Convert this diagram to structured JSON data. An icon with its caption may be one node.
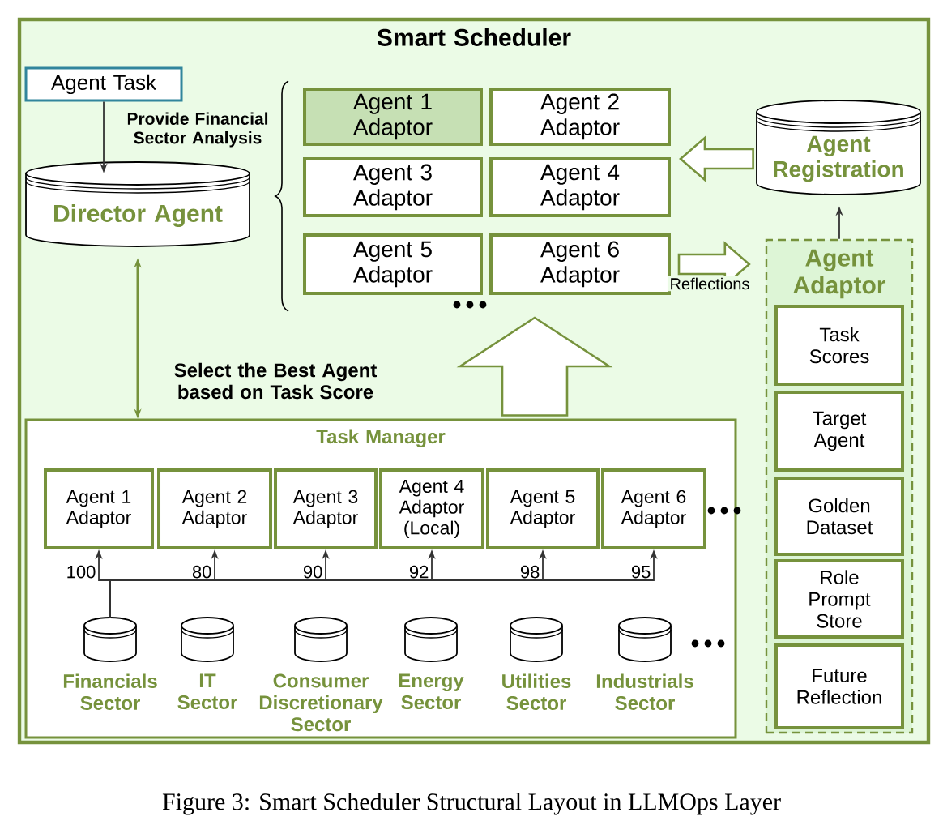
{
  "diagram": {
    "caption": "Figure 3: Smart Scheduler Structural Layout in LLMOps Layer",
    "nodes": [
      {
        "text": [
          "Smart Scheduler"
        ]
      },
      {
        "text": [
          "Agent Task"
        ],
        "in": 0
      },
      {
        "text": [
          "Director Agent"
        ],
        "in": 0
      },
      {
        "text": [
          "Agent 1 Adaptor"
        ],
        "in": 0
      },
      {
        "text": [
          "Agent 2 Adaptor"
        ],
        "in": 0
      },
      {
        "text": [
          "Agent 3 Adaptor"
        ],
        "in": 0
      },
      {
        "text": [
          "Agent 4 Adaptor"
        ],
        "in": 0
      },
      {
        "text": [
          "Agent 5 Adaptor"
        ],
        "in": 0
      },
      {
        "text": [
          "Agent 6 Adaptor"
        ],
        "in": 0
      },
      {
        "text": [
          "Agent Registration"
        ],
        "in": 0
      },
      {
        "text": [
          "Agent Adaptor"
        ],
        "in": 0
      },
      {
        "text": [
          "Task Scores"
        ],
        "in": 10
      },
      {
        "text": [
          "Target Agent"
        ],
        "in": 10
      },
      {
        "text": [
          "Golden Dataset"
        ],
        "in": 10
      },
      {
        "text": [
          "Role Prompt Store"
        ],
        "in": 10
      },
      {
        "text": [
          "Future Reflection"
        ],
        "in": 10
      },
      {
        "text": [
          "Task Manager"
        ],
        "in": 0
      },
      {
        "text": [
          "Agent 1 Adaptor"
        ],
        "in": 16
      },
      {
        "text": [
          "Agent 2 Adaptor"
        ],
        "in": 16
      },
      {
        "text": [
          "Agent 3 Adaptor"
        ],
        "in": 16
      },
      {
        "text": [
          "Agent 4 Adaptor (Local)"
        ],
        "in": 16
      },
      {
        "text": [
          "Agent 5 Adaptor"
        ],
        "in": 16
      },
      {
        "text": [
          "Agent 6 Adaptor"
        ],
        "in": 16
      },
      {
        "text": [
          "Financials Sector"
        ],
        "in": 16
      },
      {
        "text": [
          "IT Sector"
        ],
        "in": 16
      },
      {
        "text": [
          "Consumer Discretionary Sector"
        ],
        "in": 16
      },
      {
        "text": [
          "Energy Sector"
        ],
        "in": 16
      },
      {
        "text": [
          "Utilities Sector"
        ],
        "in": 16
      },
      {
        "text": [
          "Industrials Sector"
        ],
        "in": 16
      }
    ],
    "edges": [
      {
        "from": 1,
        "to": 2,
        "arrow": "to",
        "label": "Provide Financial Sector Analysis"
      },
      {
        "from": 2,
        "to": 16,
        "arrow": "both",
        "label": "Select the Best Agent based on Task Score",
        "color": "#76923c"
      },
      {
        "from": 9,
        "to": null,
        "arrow": "to",
        "style": "thick",
        "color": "#76923c"
      },
      {
        "from": 8,
        "to": 10,
        "arrow": "to",
        "label": "Reflections",
        "style": "thick",
        "color": "#76923c"
      },
      {
        "from": 16,
        "to": null,
        "arrow": "to",
        "style": "thick",
        "color": "#76923c"
      },
      {
        "from": 10,
        "to": 9,
        "arrow": "to"
      },
      {
        "from": 23,
        "to": 17,
        "arrow": "to",
        "label": "100"
      },
      {
        "from": 23,
        "to": 18,
        "arrow": "to",
        "label": "80"
      },
      {
        "from": 23,
        "to": 19,
        "arrow": "to",
        "label": "90"
      },
      {
        "from": 23,
        "to": 20,
        "arrow": "to",
        "label": "92"
      },
      {
        "from": 23,
        "to": 21,
        "arrow": "to",
        "label": "98"
      },
      {
        "from": 23,
        "to": 22,
        "arrow": "to",
        "label": "95"
      }
    ]
  }
}
